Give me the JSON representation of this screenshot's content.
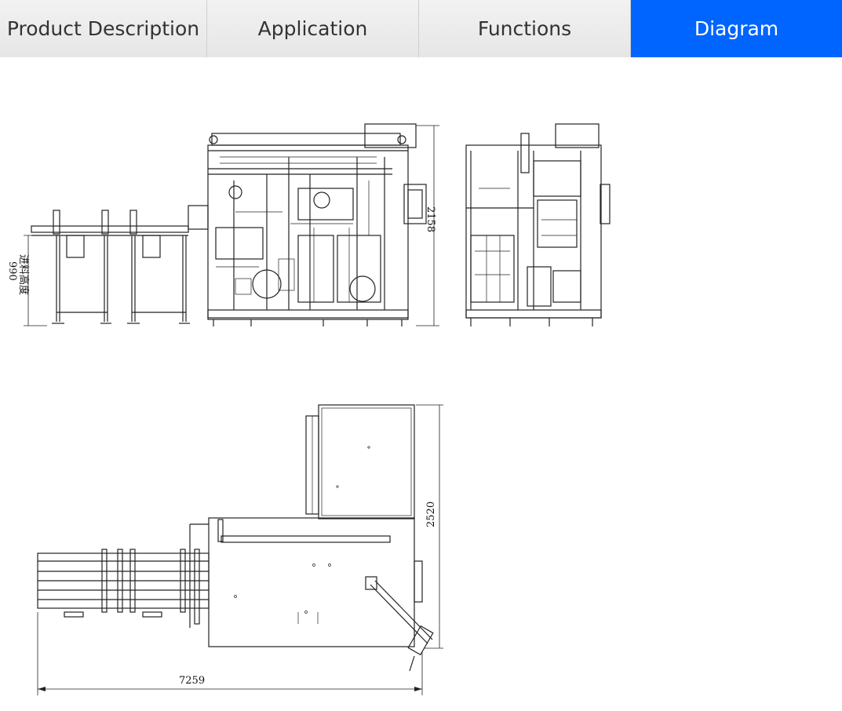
{
  "tabs": [
    {
      "label": "Product Description",
      "active": false
    },
    {
      "label": "Application",
      "active": false
    },
    {
      "label": "Functions",
      "active": false
    },
    {
      "label": "Diagram",
      "active": true
    }
  ],
  "colors": {
    "active_tab": "#0064ff",
    "tab_background": "#eeeeee",
    "tab_text": "#333333"
  },
  "diagram": {
    "height_dim": "2158",
    "feed_height_dim": "990",
    "feed_height_label": "进料高度",
    "width_dim": "2520",
    "length_dim": "7259"
  }
}
